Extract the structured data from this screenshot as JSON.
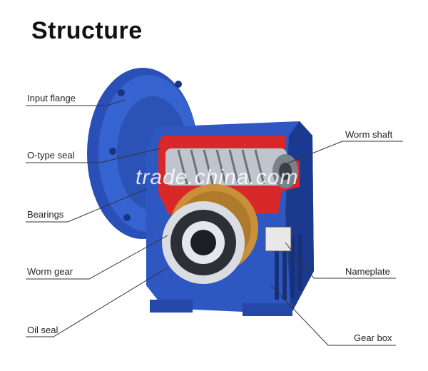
{
  "title": "Structure",
  "watermark": "trade.china.com",
  "labels": {
    "input_flange": "Input flange",
    "o_type_seal": "O-type seal",
    "bearings": "Bearings",
    "worm_gear": "Worm gear",
    "oil_seal": "Oil seal",
    "worm_shaft": "Worm shaft",
    "nameplate": "Nameplate",
    "gear_box": "Gear box"
  },
  "colors": {
    "housing_blue": "#2e57c2",
    "housing_dark": "#1b3a8f",
    "cutaway_red": "#d8282a",
    "bronze": "#c98f3a",
    "steel": "#9aa0a6"
  }
}
